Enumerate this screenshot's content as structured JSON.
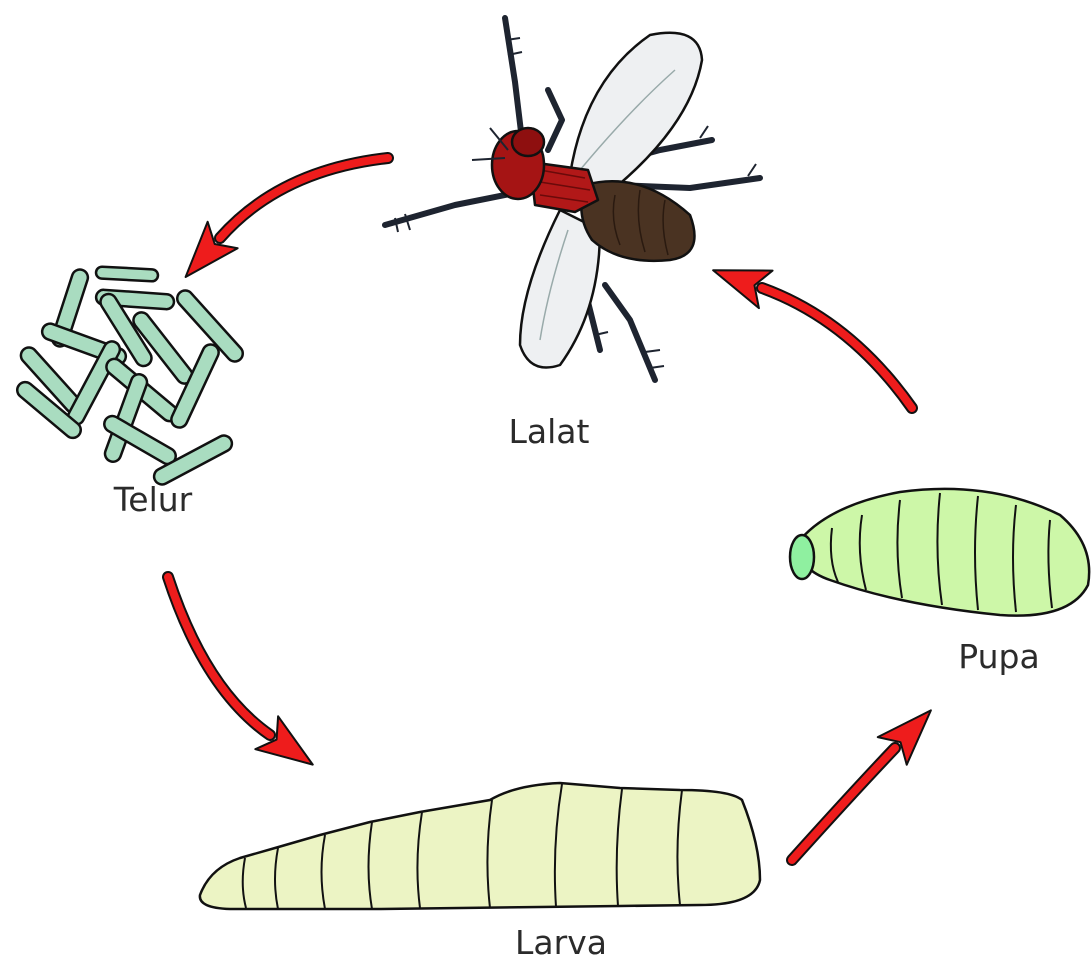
{
  "stages": {
    "adult": "Lalat",
    "egg": "Telur",
    "larva": "Larva",
    "pupa": "Pupa"
  },
  "colors": {
    "arrow": "#ee1c1c",
    "egg": "#a9dcc0",
    "larva": "#ecf4c4",
    "pupa": "#cdf7a8",
    "pupa_head": "#8ff0a0",
    "fly_head": "#a51414",
    "fly_abdomen": "#4a3322",
    "fly_wing": "#eef0f2",
    "fly_leg": "#1e2430"
  },
  "icons": [
    "fly-icon",
    "eggs-icon",
    "larva-icon",
    "pupa-icon",
    "cycle-arrow-icon"
  ]
}
